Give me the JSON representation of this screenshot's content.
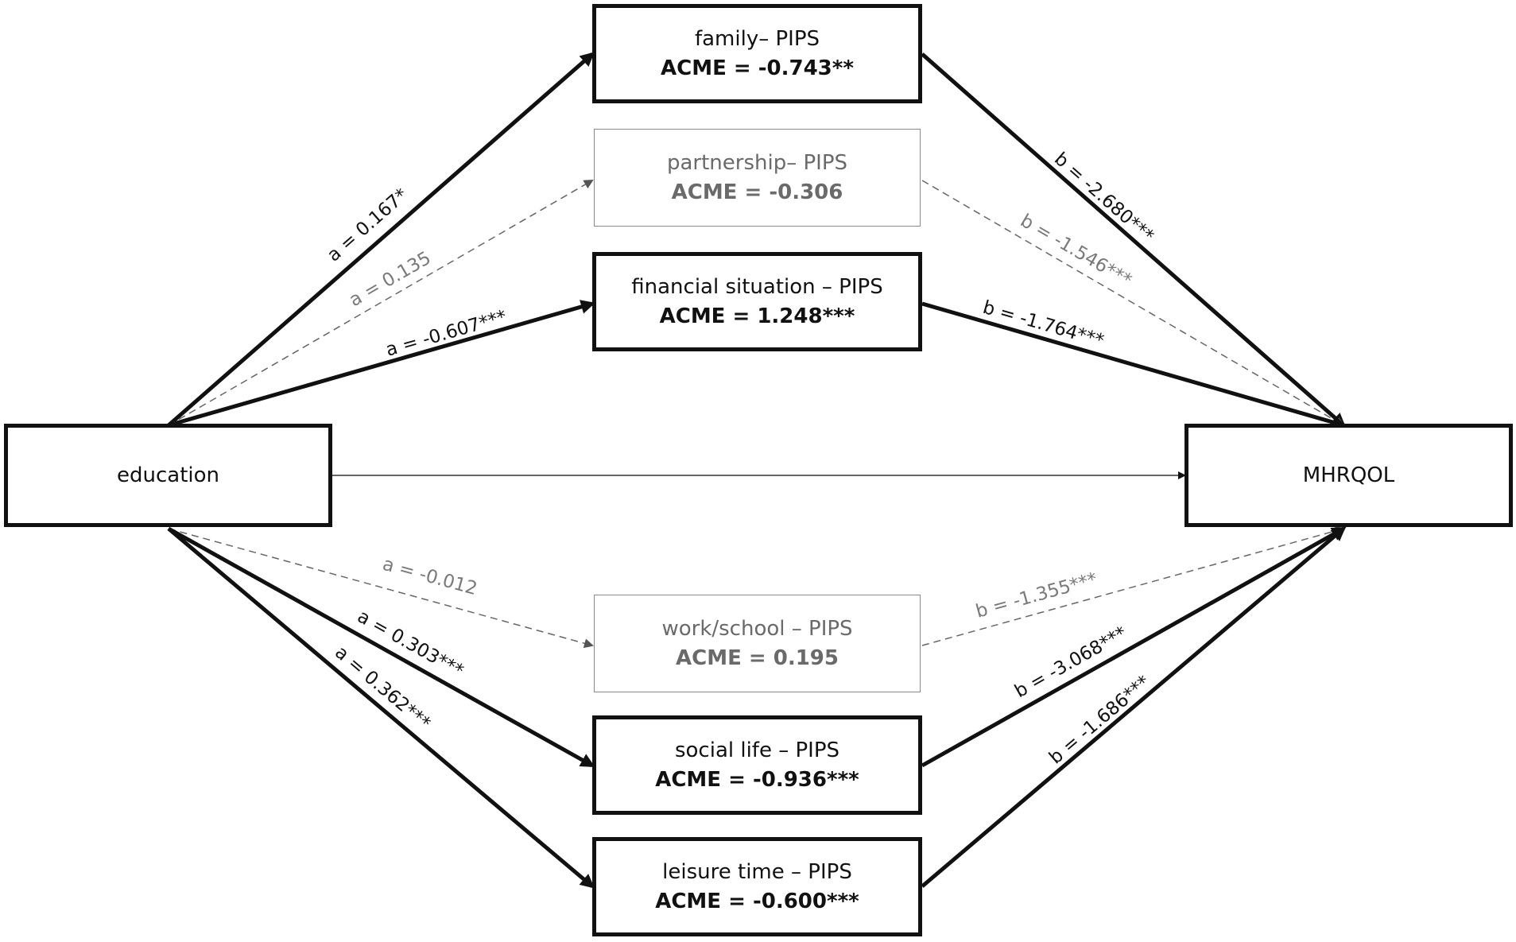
{
  "predictor": {
    "label": "education"
  },
  "outcome": {
    "label": "MHRQOL"
  },
  "mediators": [
    {
      "id": "family",
      "label": "family– PIPS",
      "acme": "ACME = -0.743**",
      "significant": true,
      "a_label": "a = 0.167*",
      "b_label": "b = -2.680***"
    },
    {
      "id": "partnership",
      "label": "partnership– PIPS",
      "acme": "ACME = -0.306",
      "significant": false,
      "a_label": "a = 0.135",
      "b_label": "b = -1.546***"
    },
    {
      "id": "financial",
      "label": "financial situation – PIPS",
      "acme": "ACME = 1.248***",
      "significant": true,
      "a_label": "a = -0.607***",
      "b_label": "b = -1.764***"
    },
    {
      "id": "work",
      "label": "work/school – PIPS",
      "acme": "ACME = 0.195",
      "significant": false,
      "a_label": "a = -0.012",
      "b_label": "b = -1.355***"
    },
    {
      "id": "social",
      "label": "social life – PIPS",
      "acme": "ACME = -0.936***",
      "significant": true,
      "a_label": "a = 0.303***",
      "b_label": "b = -3.068***"
    },
    {
      "id": "leisure",
      "label": "leisure time – PIPS",
      "acme": "ACME = -0.600***",
      "significant": true,
      "a_label": "a = 0.362***",
      "b_label": "b = -1.686***"
    }
  ],
  "colors": {
    "strong": "#111111",
    "weak": "#8a8a8a",
    "weak_text": "#6a6a6a"
  }
}
